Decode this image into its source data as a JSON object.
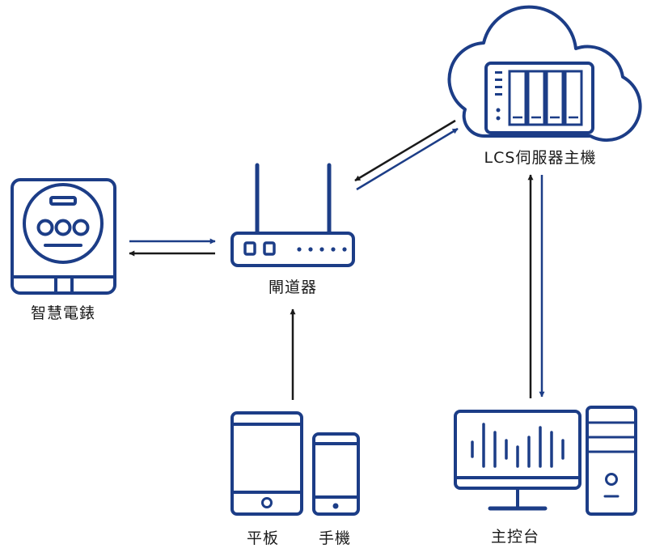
{
  "colors": {
    "primary": "#1c3d87",
    "dark": "#1a1a1a",
    "background": "#ffffff"
  },
  "nodes": {
    "smart_meter": {
      "label": "智慧電錶",
      "icon": "smart-meter-icon"
    },
    "gateway": {
      "label": "閘道器",
      "icon": "router-icon"
    },
    "server": {
      "label": "LCS伺服器主機",
      "icon": "cloud-server-icon"
    },
    "tablet": {
      "label": "平板",
      "icon": "tablet-icon"
    },
    "phone": {
      "label": "手機",
      "icon": "phone-icon"
    },
    "console": {
      "label": "主控台",
      "icon": "desktop-computer-icon"
    }
  }
}
